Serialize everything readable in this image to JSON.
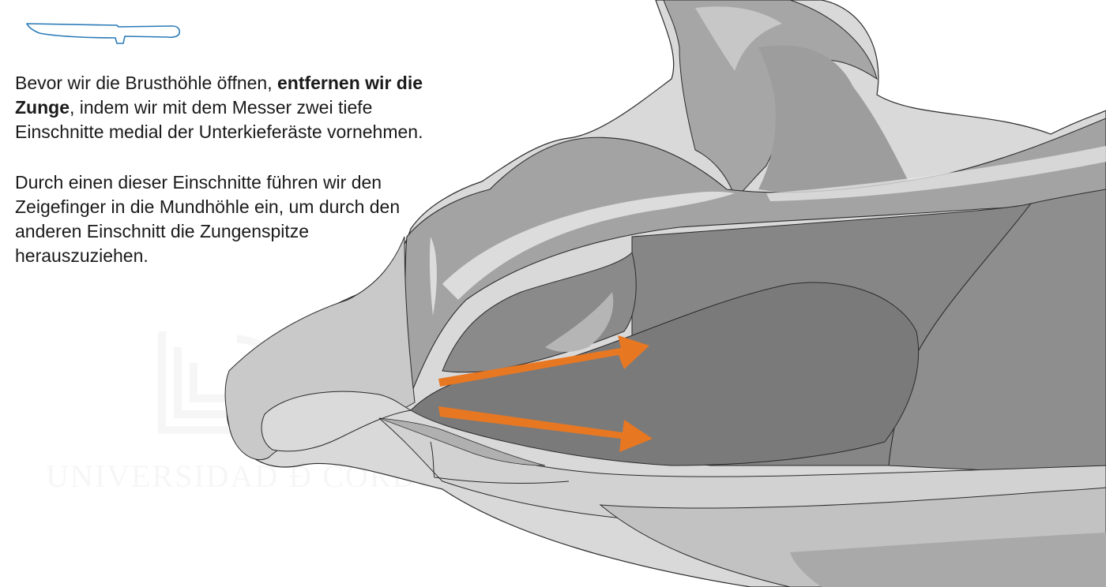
{
  "instructions": {
    "paragraph_1": {
      "before": "Bevor wir die Brusthöhle öffnen, ",
      "bold": "entfernen wir die Zunge",
      "after": ", indem wir mit dem Messer zwei tiefe Einschnitte medial der Unterkieferäste vornehmen."
    },
    "paragraph_2": "Durch einen dieser Einschnitte führen wir den Zeigefinger in die Mundhöhle ein, um durch den anderen Einschnitt die Zungenspitze herauszuziehen."
  },
  "watermark": {
    "text": "UNIVERSIDAD Ð CORDOBA"
  },
  "icons": {
    "tool": "knife-icon",
    "arrows": "incision-arrow-icon"
  },
  "colors": {
    "knife_outline": "#2a7ab8",
    "arrow": "#e87722",
    "tissue_dark": "#7d7d7d",
    "tissue_mid": "#9a9a9a",
    "tissue_light": "#c4c4c4"
  }
}
